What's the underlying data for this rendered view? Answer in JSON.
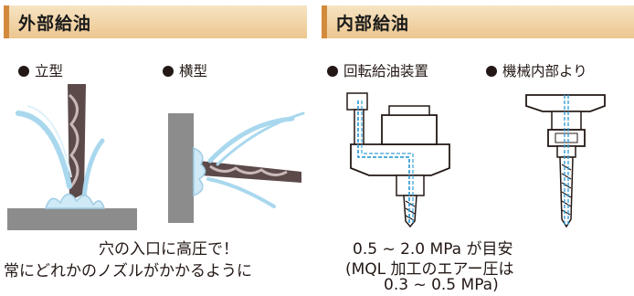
{
  "external": {
    "title": "外部給油",
    "vertical_label": "立型",
    "horizontal_label": "横型",
    "caption_line1": "穴の入口に高圧で！",
    "caption_line2": "常にどれかのノズルがかかるように"
  },
  "internal": {
    "title": "内部給油",
    "rotary_label": "回転給油装置",
    "machine_label": "機械内部より",
    "caption_line1": "0.5 ~ 2.0 MPa が目安",
    "caption_line2": "(MQL 加工のエアー圧は",
    "caption_line3": "0.3 ~ 0.5 MPa)"
  },
  "colors": {
    "header_start": "#f7e4c2",
    "header_end": "#ecc690",
    "header_accent": "#d28a3d",
    "drill": "#5c4a4a",
    "coolant": "#a9d8ee",
    "base": "#8c8c8c",
    "internal_channel": "#3aa0d8"
  }
}
